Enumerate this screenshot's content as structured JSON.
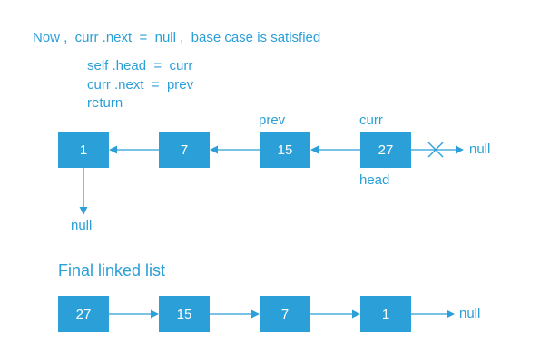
{
  "colors": {
    "accent": "#2a9fd8",
    "node_text": "#ffffff"
  },
  "heading": "Now ,  curr .next  =  null ,  base case is satisfied",
  "code_lines": [
    "self .head  =  curr",
    "curr .next  =  prev",
    "return"
  ],
  "top_list": {
    "nodes": [
      "1",
      "7",
      "15",
      "27"
    ],
    "prev_label": "prev",
    "curr_label": "curr",
    "head_label": "head",
    "null_right": "null",
    "null_down": "null"
  },
  "final_title": "Final linked list",
  "final_list": {
    "nodes": [
      "27",
      "15",
      "7",
      "1"
    ],
    "null_label": "null"
  }
}
